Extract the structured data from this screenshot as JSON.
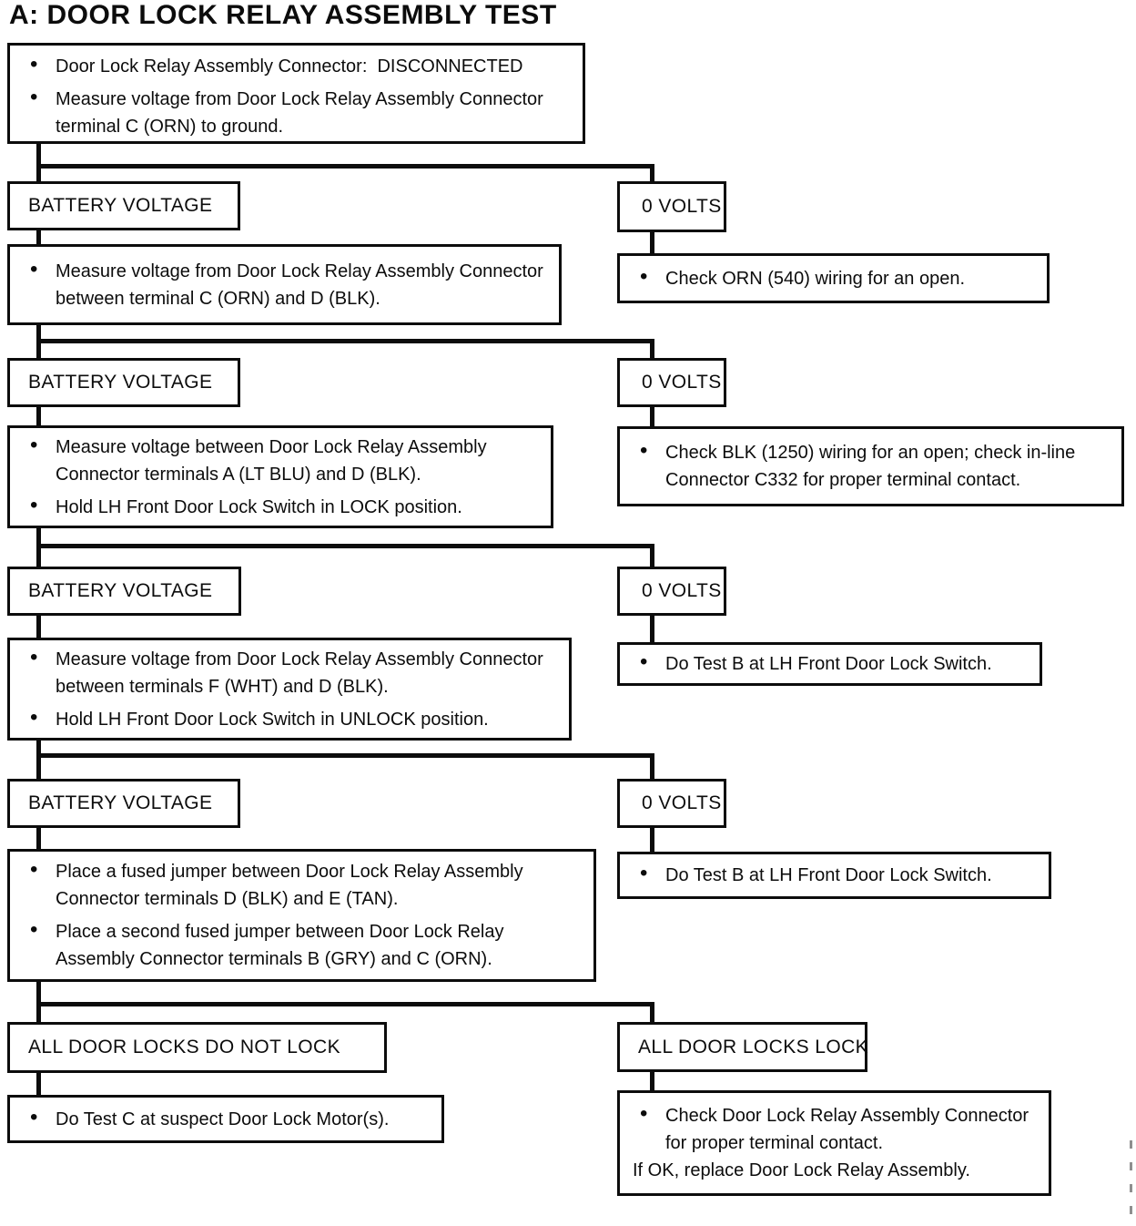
{
  "title": "A: DOOR LOCK RELAY ASSEMBLY TEST",
  "colors": {
    "ink": "#0c0c0c",
    "paper": "#ffffff"
  },
  "labels": {
    "battery_voltage": "BATTERY VOLTAGE",
    "zero_volts": "0 VOLTS",
    "all_door_locks_do_not_lock": "ALL DOOR LOCKS DO NOT LOCK",
    "all_door_locks_lock": "ALL DOOR LOCKS LOCK"
  },
  "nodes": {
    "start_conditions": {
      "bullets": [
        "Door Lock Relay Assembly Connector:  DISCONNECTED",
        "Measure voltage from Door Lock Relay Assembly Connector terminal C (ORN) to ground."
      ]
    },
    "measure_c_d": {
      "bullets": [
        "Measure voltage from Door Lock Relay Assembly Connector between terminal C (ORN) and D (BLK)."
      ]
    },
    "check_orn": {
      "bullets": [
        "Check ORN (540) wiring for an open."
      ]
    },
    "measure_a_d": {
      "bullets": [
        "Measure voltage between Door Lock Relay Assembly Connector terminals A (LT BLU) and D (BLK).",
        "Hold LH Front Door Lock Switch in LOCK position."
      ]
    },
    "check_blk": {
      "bullets": [
        "Check BLK (1250) wiring for an open; check in-line Connector C332 for proper terminal contact."
      ]
    },
    "measure_f_d": {
      "bullets": [
        "Measure voltage from Door Lock Relay Assembly Connector between terminals F (WHT) and D (BLK).",
        "Hold LH Front Door Lock Switch in UNLOCK position."
      ]
    },
    "do_test_b_1": {
      "bullets": [
        "Do Test B at LH Front Door Lock Switch."
      ]
    },
    "jumpers": {
      "bullets": [
        "Place a fused jumper between Door Lock Relay Assembly Connector terminals D (BLK) and E (TAN).",
        "Place a second fused jumper between Door Lock Relay Assembly Connector terminals B (GRY) and C (ORN)."
      ]
    },
    "do_test_b_2": {
      "bullets": [
        "Do Test B at LH Front Door Lock Switch."
      ]
    },
    "do_test_c": {
      "bullets": [
        "Do Test C at suspect Door Lock Motor(s)."
      ]
    },
    "check_relay": {
      "bullets": [
        "Check Door Lock Relay Assembly Connector for proper terminal contact."
      ],
      "footer": "If OK, replace Door Lock Relay Assembly."
    }
  }
}
